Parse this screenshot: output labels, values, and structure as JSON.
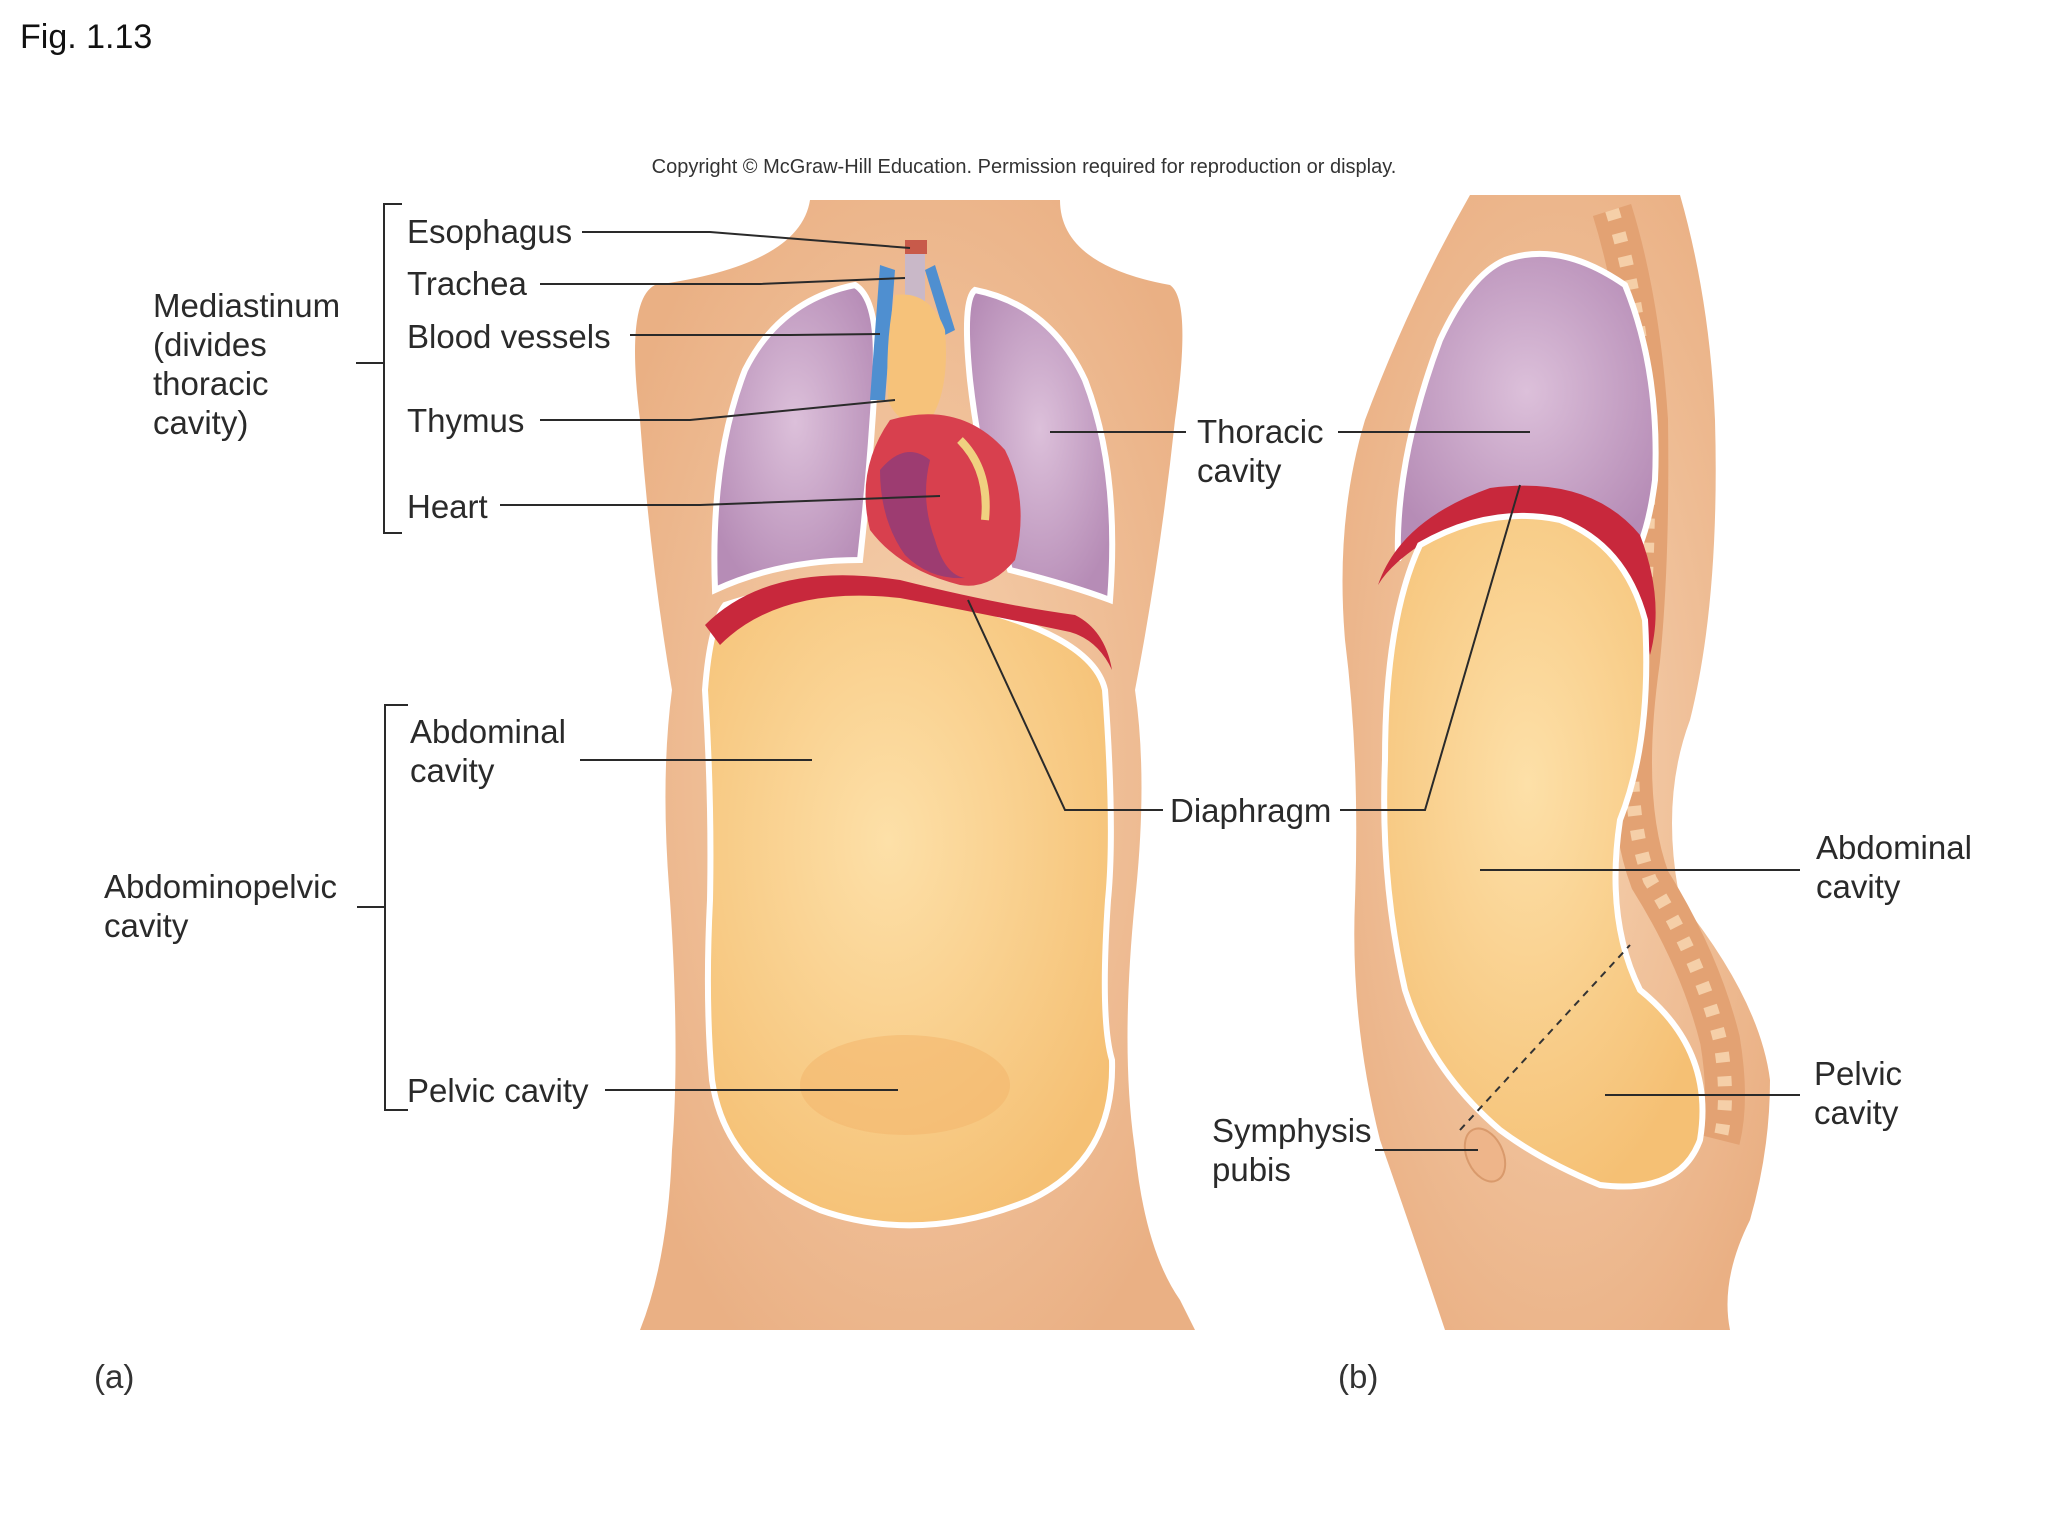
{
  "figure": {
    "title": "Fig. 1.13",
    "copyright": "Copyright © McGraw-Hill Education. Permission required for reproduction or display."
  },
  "panel_a": {
    "tag": "(a)",
    "labels": {
      "esophagus": "Esophagus",
      "trachea": "Trachea",
      "blood_vessels": "Blood vessels",
      "thymus": "Thymus",
      "heart": "Heart",
      "mediastinum": "Mediastinum\n(divides\nthoracic\ncavity)",
      "abdominal_cavity": "Abdominal\ncavity",
      "abdominopelvic_cavity": "Abdominopelvic\ncavity",
      "pelvic_cavity": "Pelvic cavity"
    }
  },
  "shared": {
    "thoracic_cavity": "Thoracic\ncavity",
    "diaphragm": "Diaphragm"
  },
  "panel_b": {
    "tag": "(b)",
    "labels": {
      "abdominal_cavity": "Abdominal\ncavity",
      "pelvic_cavity": "Pelvic\ncavity",
      "symphysis_pubis": "Symphysis\npubis"
    }
  },
  "colors": {
    "skin": "#f2c49b",
    "skin_dark": "#e8ab7d",
    "lung": "#c9a7c8",
    "abdomen": "#f8d08c",
    "diaphragm": "#c8283c",
    "heart": "#d8404e",
    "vessel_blue": "#4f8fd0",
    "thymus": "#f6c27a"
  }
}
